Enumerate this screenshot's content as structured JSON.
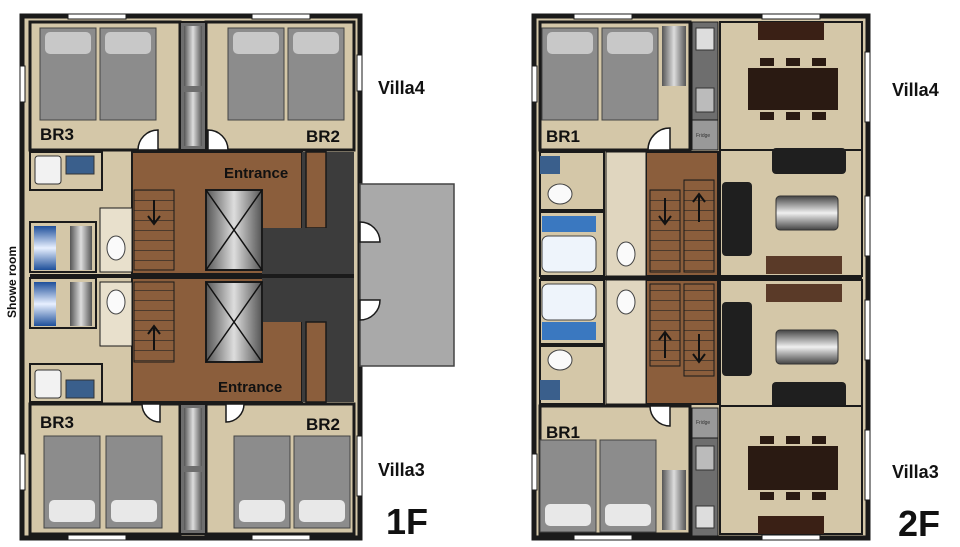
{
  "colors": {
    "wall": "#1a1a1a",
    "room_floor": "#d4c7a8",
    "stair_wood": "#8b5e3c",
    "corridor": "#3c3c3c",
    "bed_grey": "#8c8c8c",
    "pillow": "#c8c8c8",
    "sheet": "#e8e8e8",
    "water": "#3a78c0",
    "table_dark": "#2a1a12",
    "entrance_pad": "#a9a9a9"
  },
  "floor1": {
    "floor_label": "1F",
    "villa_top": "Villa4",
    "villa_bottom": "Villa3",
    "rooms": {
      "br3_top": "BR3",
      "br2_top": "BR2",
      "br3_bottom": "BR3",
      "br2_bottom": "BR2",
      "entrance_top": "Entrance",
      "entrance_bottom": "Entrance",
      "shower": "Showe room"
    }
  },
  "floor2": {
    "floor_label": "2F",
    "villa_top": "Villa4",
    "villa_bottom": "Villa3",
    "rooms": {
      "br1_top": "BR1",
      "br1_bottom": "BR1",
      "fridge_top": "Fridge",
      "fridge_bottom": "Fridge"
    }
  }
}
